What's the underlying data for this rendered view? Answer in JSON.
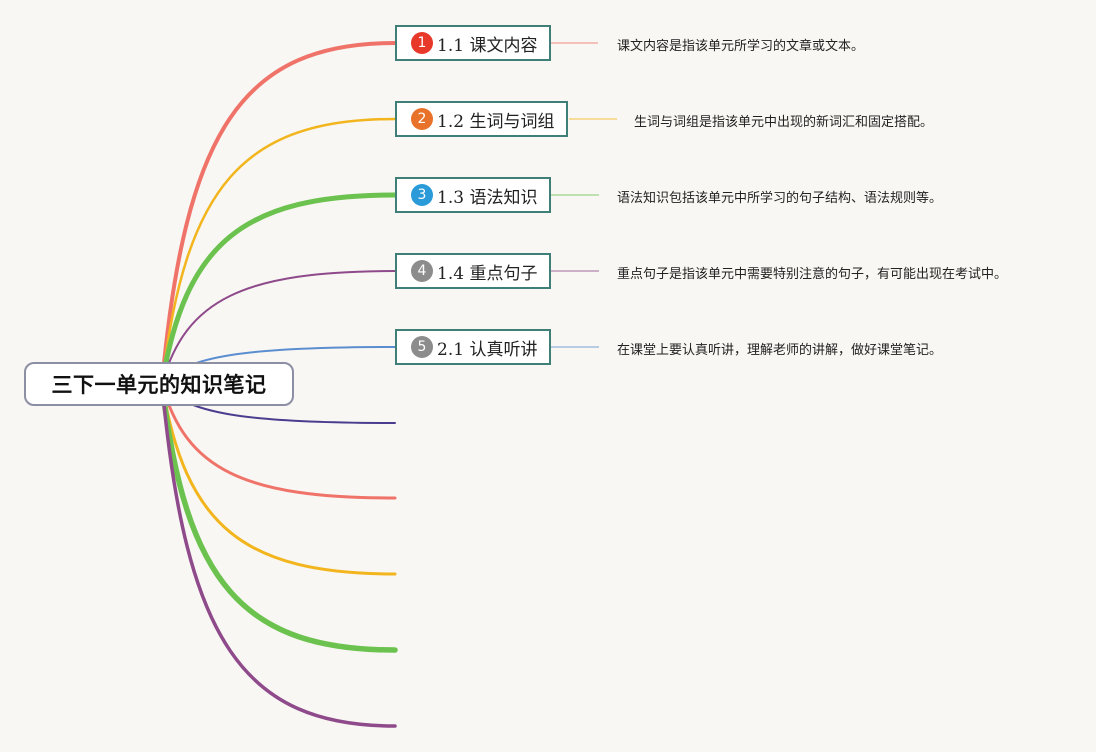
{
  "root": {
    "title": "三下一单元的知识笔记"
  },
  "topics": [
    {
      "number": "1",
      "label": "1.1 课文内容",
      "note": "课文内容是指该单元所学习的文章或文本。",
      "color": "#e8382a",
      "branch_color": "#f0736a",
      "badge_icon": "number-1-circle-icon"
    },
    {
      "number": "2",
      "label": "1.2 生词与词组",
      "note": "生词与词组是指该单元中出现的新词汇和固定搭配。",
      "color": "#e8722a",
      "branch_color": "#f2b51e",
      "badge_icon": "number-2-circle-icon"
    },
    {
      "number": "3",
      "label": "1.3 语法知识",
      "note": "语法知识包括该单元中所学习的句子结构、语法规则等。",
      "color": "#2a9ad8",
      "branch_color": "#6cc24e",
      "badge_icon": "number-3-circle-icon"
    },
    {
      "number": "4",
      "label": "1.4 重点句子",
      "note": "重点句子是指该单元中需要特别注意的句子，有可能出现在考试中。",
      "color": "#8c8c8c",
      "branch_color": "#8e4a8a",
      "badge_icon": "number-4-circle-icon"
    },
    {
      "number": "5",
      "label": "2.1 认真听讲",
      "note": "在课堂上要认真听讲，理解老师的讲解，做好课堂笔记。",
      "color": "#8c8c8c",
      "branch_color": "#5b8ed0",
      "badge_icon": "number-5-circle-icon"
    }
  ],
  "empty_branches": [
    {
      "color": "#4a3d8f"
    },
    {
      "color": "#f0736a"
    },
    {
      "color": "#f2b51e"
    },
    {
      "color": "#6cc24e"
    },
    {
      "color": "#8e4a8a"
    }
  ]
}
